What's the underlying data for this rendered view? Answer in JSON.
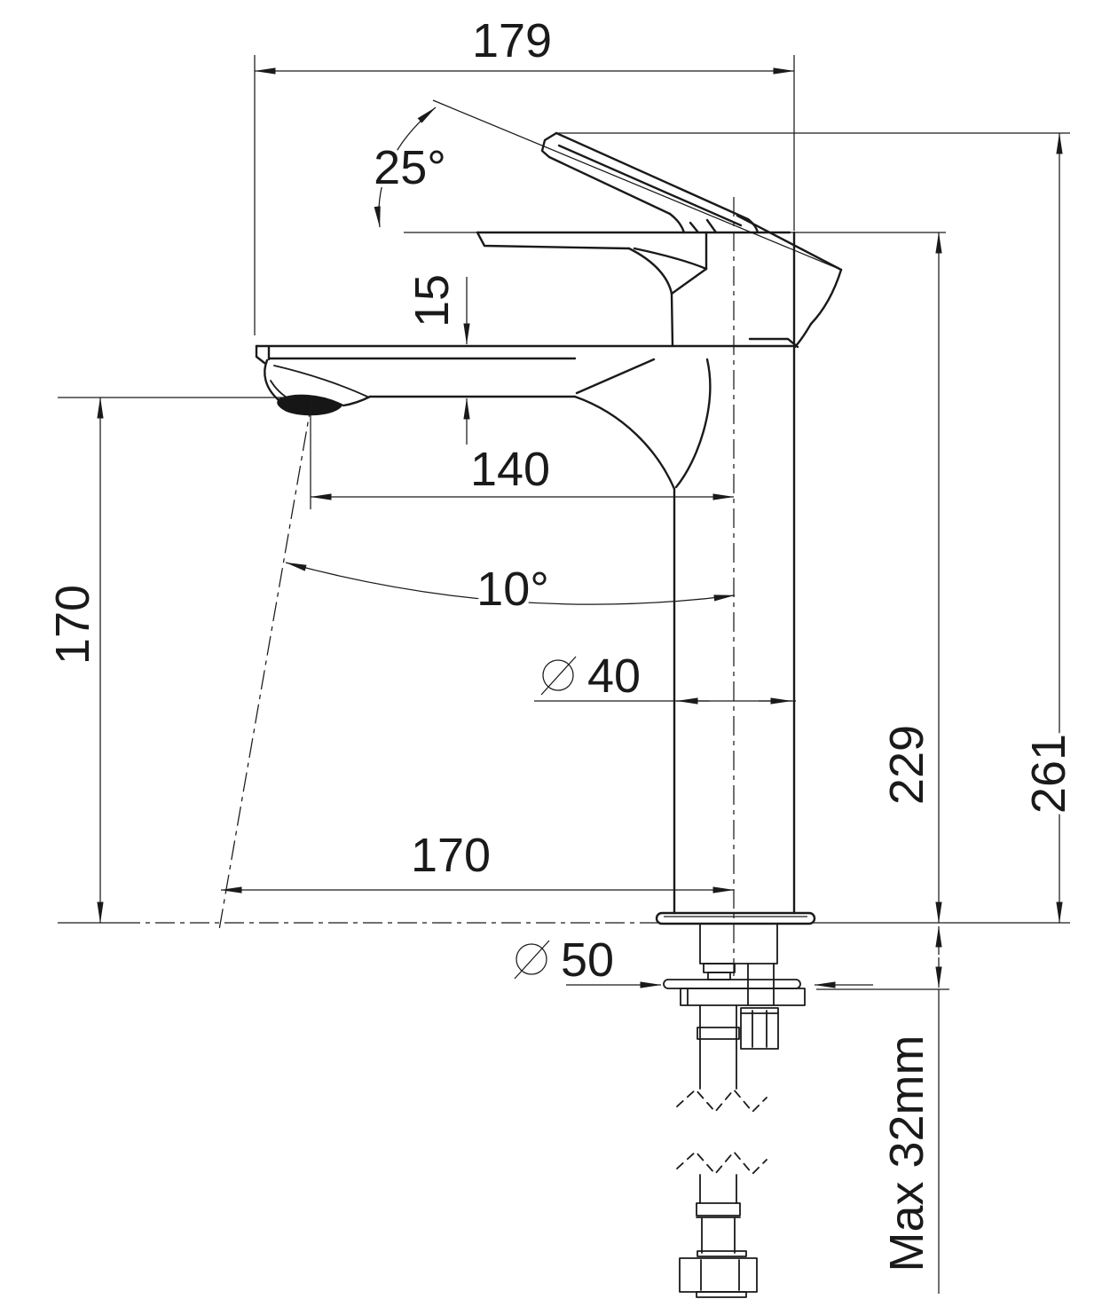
{
  "drawing": {
    "title": "Basin mixer tap - dimensioned side elevation",
    "style": {
      "line_color": "#1a1a1a",
      "background": "#ffffff"
    },
    "dimensions": {
      "overall_width": {
        "label": "179",
        "unit": "mm"
      },
      "handle_angle": {
        "label": "25°"
      },
      "spout_thickness": {
        "label": "15",
        "unit": "mm"
      },
      "spout_reach": {
        "label": "140",
        "unit": "mm"
      },
      "stream_angle": {
        "label": "10°"
      },
      "body_diameter": {
        "label": "40",
        "unit": "mm",
        "diameter_symbol": "⌀"
      },
      "spout_height": {
        "label": "170",
        "unit": "mm"
      },
      "stream_offset": {
        "label": "170",
        "unit": "mm"
      },
      "height_to_spout_top": {
        "label": "229",
        "unit": "mm"
      },
      "overall_height": {
        "label": "261",
        "unit": "mm"
      },
      "flange_diameter": {
        "label": "50",
        "unit": "mm",
        "diameter_symbol": "⌀"
      },
      "max_deck_thickness": {
        "label": "Max 32mm"
      }
    }
  }
}
